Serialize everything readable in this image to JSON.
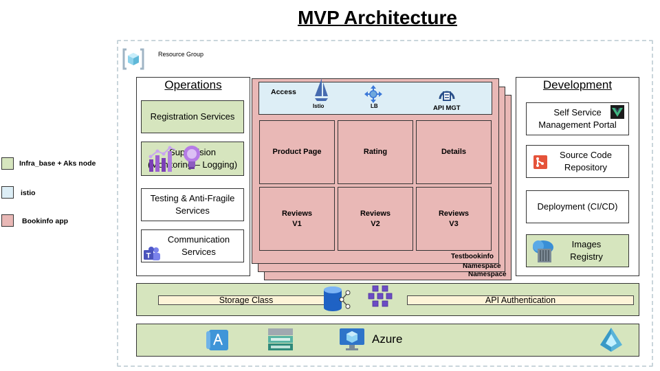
{
  "title": "MVP Architecture",
  "resource_group": {
    "label": "Resource Group",
    "icon": "resource-group-icon"
  },
  "legend": [
    {
      "label": "Infra_base + Aks node",
      "color": "#d6e5be"
    },
    {
      "label": "istio",
      "color": "#ddeef6"
    },
    {
      "label": "Bookinfo app",
      "color": "#e9b8b6"
    }
  ],
  "operations": {
    "title": "Operations",
    "boxes": [
      {
        "text": "Registration Services"
      },
      {
        "line1": "Supervision",
        "line2": "(Monitoring – Logging)"
      },
      {
        "line1": "Testing & Anti-Fragile",
        "line2": "Services"
      },
      {
        "line1": "Communication",
        "line2": "Services"
      }
    ]
  },
  "cluster": {
    "access": {
      "label": "Access",
      "items": [
        {
          "label": "Istio",
          "icon": "istio-icon"
        },
        {
          "label": "LB",
          "icon": "load-balancer-icon"
        },
        {
          "label": "API MGT",
          "icon": "api-management-icon"
        }
      ]
    },
    "services": [
      {
        "line1": "Product Page",
        "line2": ""
      },
      {
        "line1": "Rating",
        "line2": ""
      },
      {
        "line1": "Details",
        "line2": ""
      },
      {
        "line1": "Reviews",
        "line2": "V1"
      },
      {
        "line1": "Reviews",
        "line2": "V2"
      },
      {
        "line1": "Reviews",
        "line2": "V3"
      }
    ],
    "namespace_labels": [
      "Testbookinfo",
      "Namespace",
      "Namespace"
    ]
  },
  "development": {
    "title": "Development",
    "boxes": [
      {
        "line1": "Self Service",
        "line2": "Management Portal"
      },
      {
        "line1": "Source Code",
        "line2": "Repository"
      },
      {
        "text": "Deployment (CI/CD)"
      },
      {
        "line1": "Images",
        "line2": "Registry"
      }
    ]
  },
  "infra_row": {
    "storage_class": "Storage Class",
    "api_authentication": "API Authentication"
  },
  "azure_row": {
    "label": "Azure"
  }
}
